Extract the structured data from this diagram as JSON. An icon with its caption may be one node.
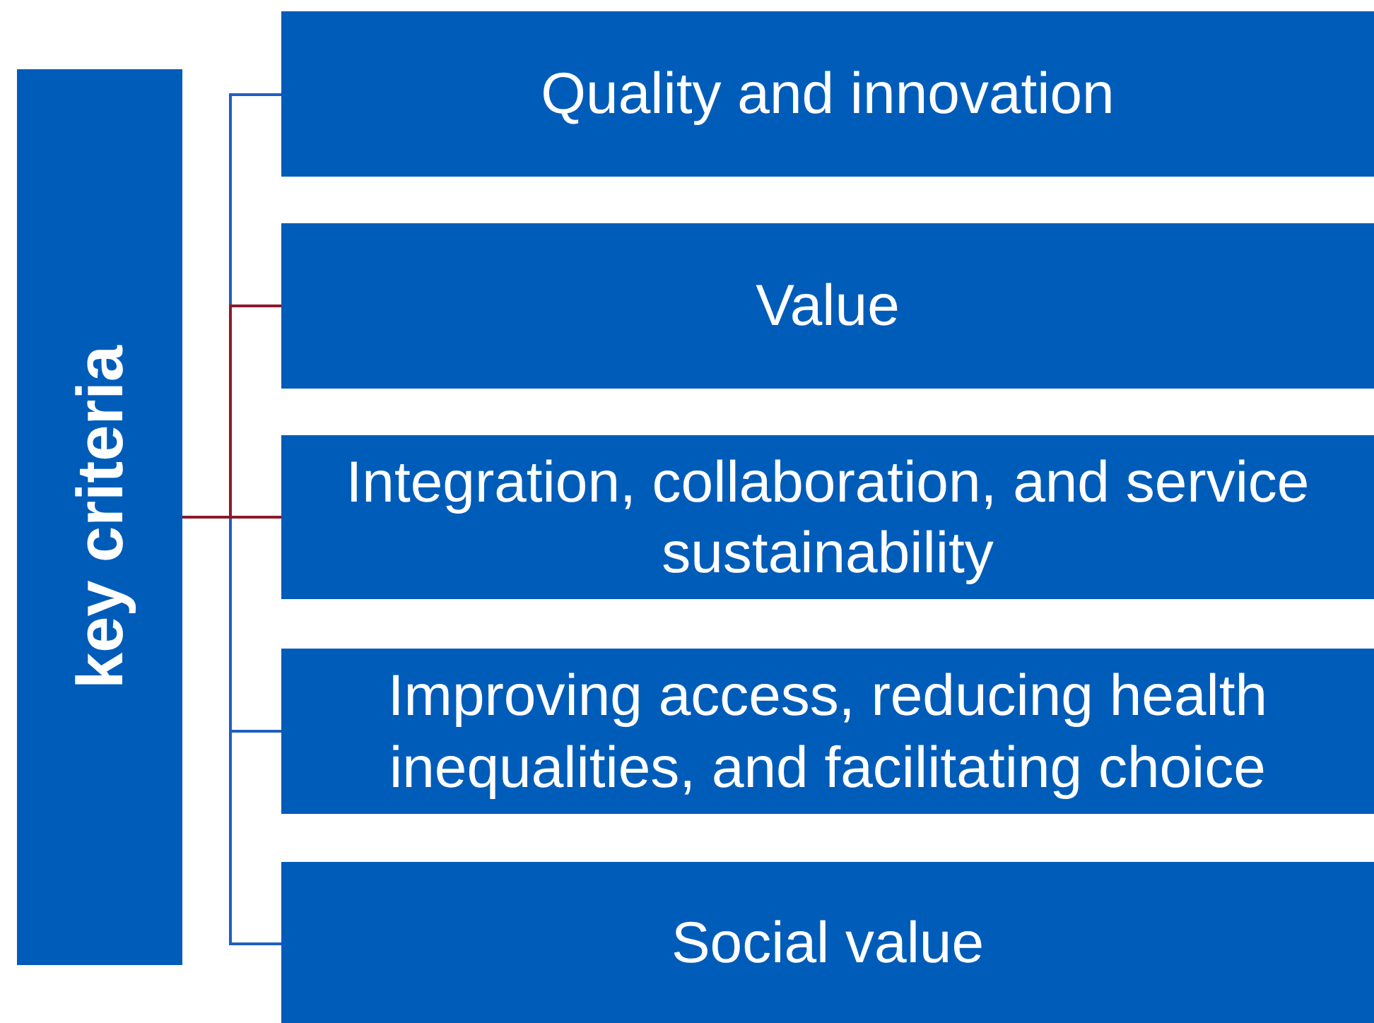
{
  "diagram": {
    "nodes": [
      {
        "text": [
          "key criteria"
        ]
      },
      {
        "text": [
          "Quality and innovation"
        ]
      },
      {
        "text": [
          "Value"
        ]
      },
      {
        "text": [
          "Integration, collaboration, and service sustainability"
        ]
      },
      {
        "text": [
          "Improving access, reducing health inequalities, and facilitating choice"
        ]
      },
      {
        "text": [
          "Social value"
        ]
      }
    ],
    "edges": [
      {
        "from": 0,
        "to": 1,
        "arrow": "none"
      },
      {
        "from": 0,
        "to": 2,
        "arrow": "none",
        "color": "#8b1a2b"
      },
      {
        "from": 0,
        "to": 3,
        "arrow": "none",
        "color": "#8b1a2b"
      },
      {
        "from": 0,
        "to": 4,
        "arrow": "none"
      },
      {
        "from": 0,
        "to": 5,
        "arrow": "none"
      }
    ]
  }
}
